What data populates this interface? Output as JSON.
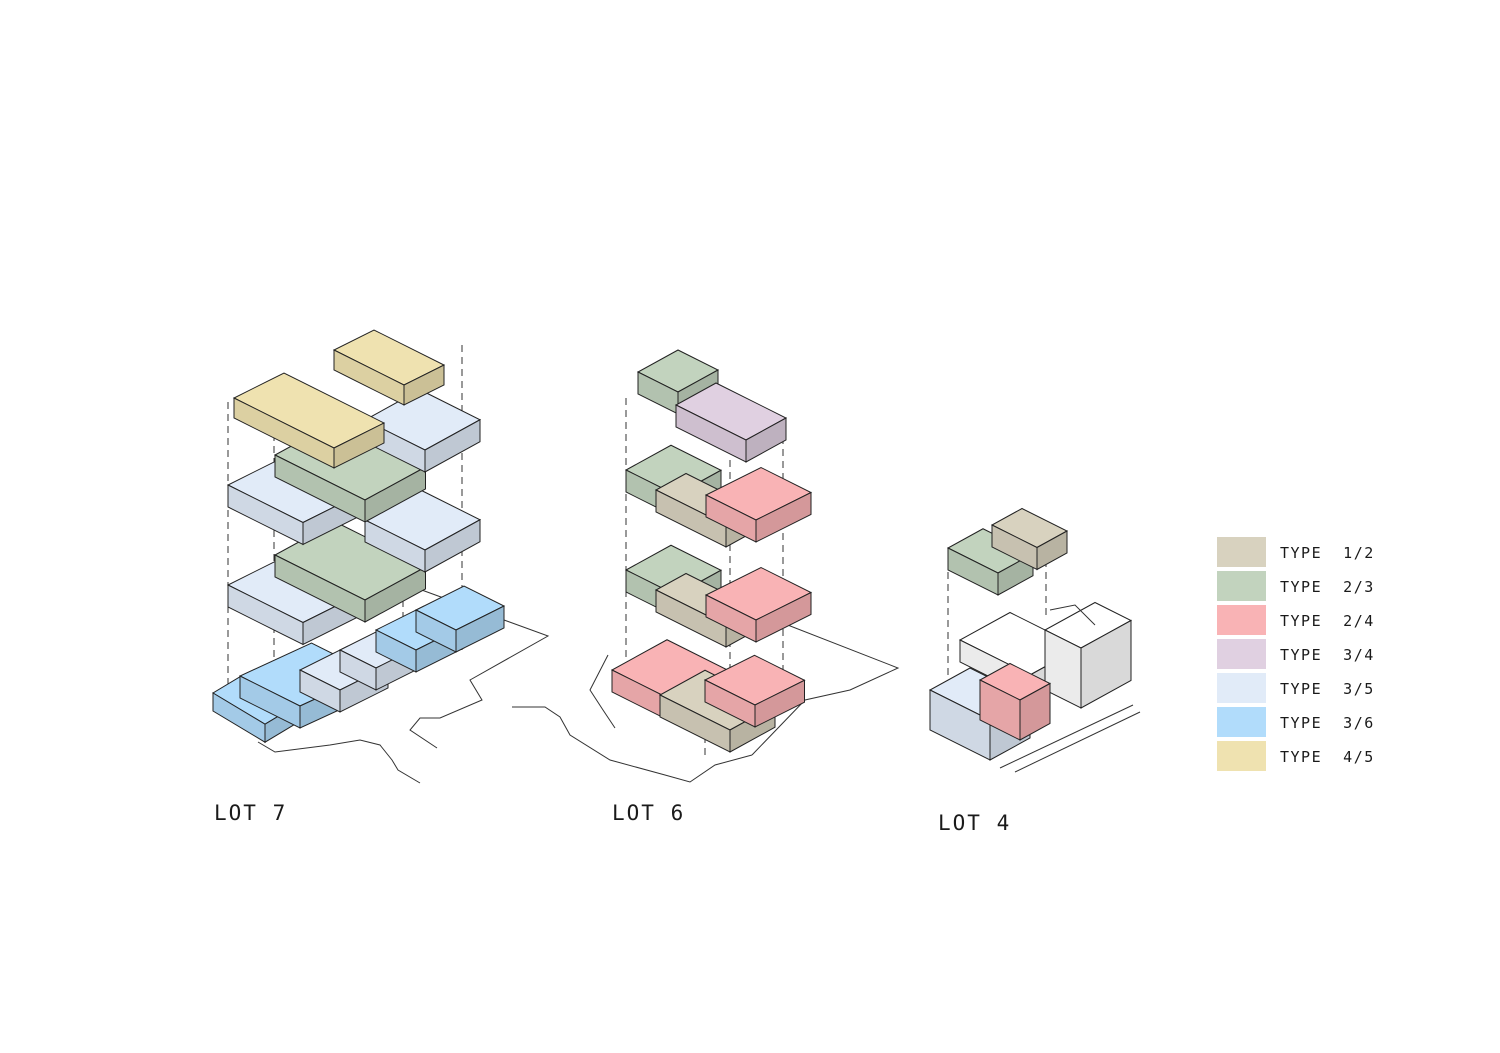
{
  "lots": [
    {
      "label": "LOT 7"
    },
    {
      "label": "LOT 6"
    },
    {
      "label": "LOT 4"
    }
  ],
  "legend": [
    {
      "label": "TYPE  1/2",
      "color": "#d8d2bf"
    },
    {
      "label": "TYPE  2/3",
      "color": "#c2d3be"
    },
    {
      "label": "TYPE  2/4",
      "color": "#f9b3b5"
    },
    {
      "label": "TYPE  3/4",
      "color": "#e0d0e1"
    },
    {
      "label": "TYPE  3/5",
      "color": "#e1ebf8"
    },
    {
      "label": "TYPE  3/6",
      "color": "#b1dcfb"
    },
    {
      "label": "TYPE  4/5",
      "color": "#efe2b0"
    }
  ]
}
